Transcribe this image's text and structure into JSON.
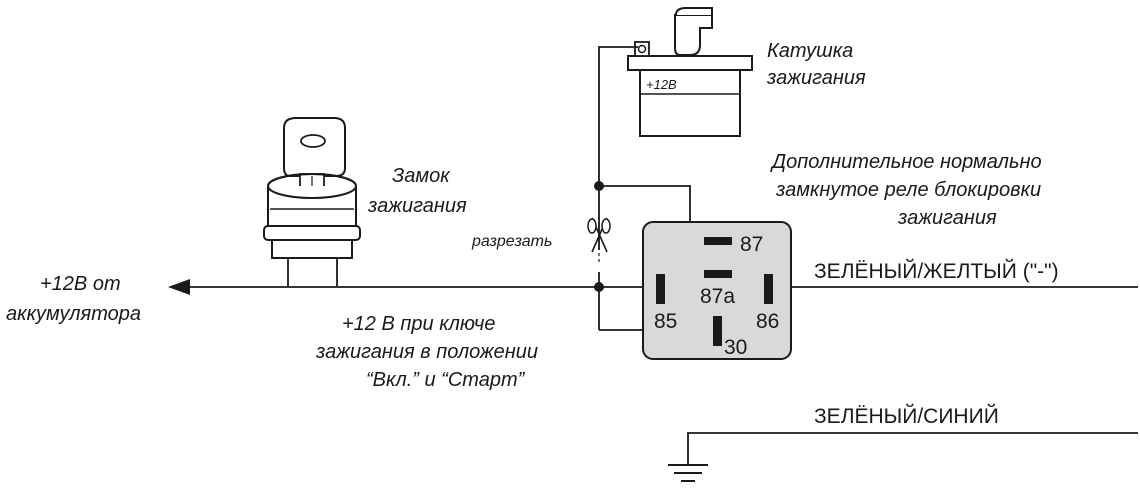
{
  "labels": {
    "coil_title_line1": "Катушка",
    "coil_title_line2": "зажигания",
    "coil_plus": "+12В",
    "lock_title_line1": "Замок",
    "lock_title_line2": "зажигания",
    "relay_title_line1": "Дополнительное нормально",
    "relay_title_line2": "замкнутое реле блокировки",
    "relay_title_line3": "зажигания",
    "cut": "разрезать",
    "battery_line1": "+12В от",
    "battery_line2": "аккумулятора",
    "key_line1": "+12 В при ключе",
    "key_line2": "зажигания в положении",
    "key_line3": "“Вкл.” и “Старт”",
    "wire_green_yellow": "ЗЕЛЁНЫЙ/ЖЕЛТЫЙ (\"-\")",
    "wire_green_blue": "ЗЕЛЁНЫЙ/СИНИЙ"
  },
  "relay_pins": {
    "p87": "87",
    "p87a": "87a",
    "p85": "85",
    "p86": "86",
    "p30": "30"
  },
  "colors": {
    "relay_fill": "#d9d9d9",
    "line": "#1a1a1a",
    "background": "#ffffff"
  },
  "icons": [
    "ignition-coil-icon",
    "ignition-lock-icon",
    "scissors-icon",
    "ground-icon",
    "arrow-left-icon"
  ]
}
